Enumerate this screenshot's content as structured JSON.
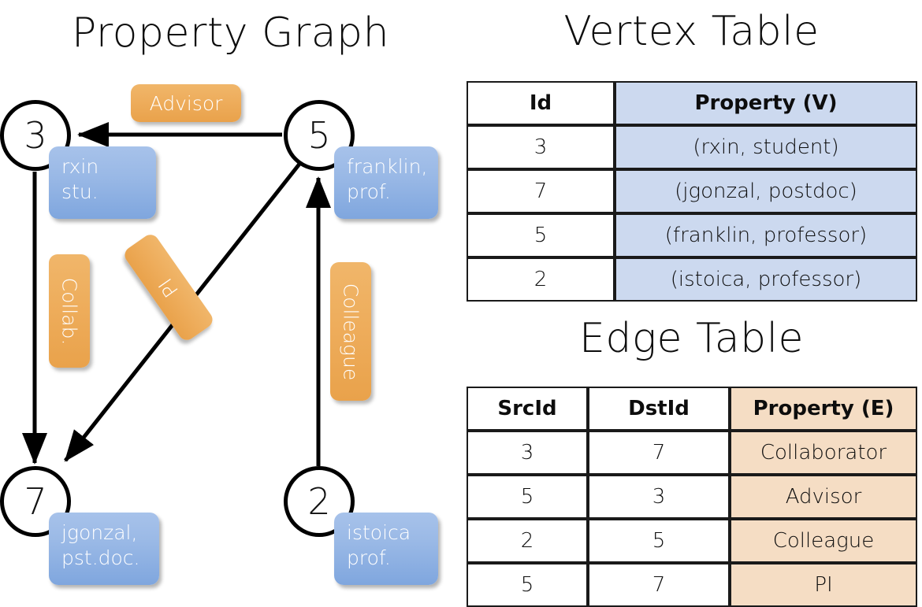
{
  "graph": {
    "title": "Property Graph",
    "nodes": [
      {
        "id": "3",
        "property": "rxin\nstu."
      },
      {
        "id": "5",
        "property": "franklin,\nprof."
      },
      {
        "id": "7",
        "property": "jgonzal,\npst.doc."
      },
      {
        "id": "2",
        "property": "istoica\nprof."
      }
    ],
    "edge_labels": [
      {
        "name": "advisor",
        "text": "Advisor"
      },
      {
        "name": "collab",
        "text": "Collab."
      },
      {
        "name": "pi",
        "text": "PI"
      },
      {
        "name": "colleague",
        "text": "Colleague"
      }
    ]
  },
  "vertex_table": {
    "title": "Vertex Table",
    "headers": [
      "Id",
      "Property (V)"
    ],
    "rows": [
      [
        "3",
        "(rxin, student)"
      ],
      [
        "7",
        "(jgonzal, postdoc)"
      ],
      [
        "5",
        "(franklin, professor)"
      ],
      [
        "2",
        "(istoica, professor)"
      ]
    ]
  },
  "edge_table": {
    "title": "Edge Table",
    "headers": [
      "SrcId",
      "DstId",
      "Property (E)"
    ],
    "rows": [
      [
        "3",
        "7",
        "Collaborator"
      ],
      [
        "5",
        "3",
        "Advisor"
      ],
      [
        "2",
        "5",
        "Colleague"
      ],
      [
        "5",
        "7",
        "PI"
      ]
    ]
  },
  "colors": {
    "vertex_property_fill": "#ccd9ef",
    "edge_property_fill": "#f5ddc4",
    "node_box_blue": "#9ab9e6",
    "edge_label_orange": "#eead5c",
    "stroke": "#000000"
  }
}
